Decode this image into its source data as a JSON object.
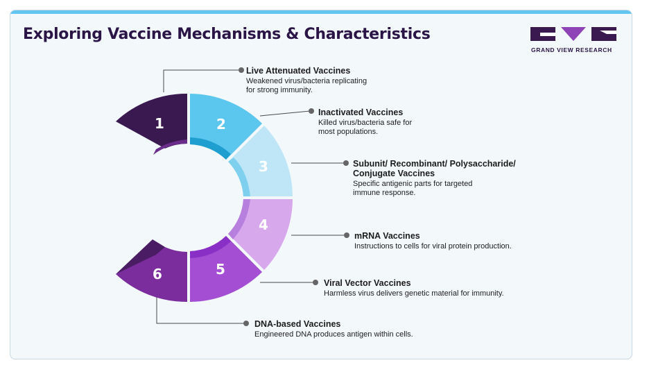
{
  "title": "Exploring Vaccine Mechanisms & Characteristics",
  "brand": {
    "name": "GRAND VIEW RESEARCH",
    "colors": {
      "dark": "#3a1850",
      "light": "#8e44b6"
    }
  },
  "segments": [
    {
      "number": "1",
      "title": "Live Attenuated Vaccines",
      "description_lines": [
        "Weakened virus/bacteria replicating",
        "for strong immunity."
      ],
      "color": "#3a1850",
      "inner_color": "#6a2d8c"
    },
    {
      "number": "2",
      "title": "Inactivated Vaccines",
      "description_lines": [
        "Killed virus/bacteria safe for",
        "most populations."
      ],
      "color": "#5bc6ee",
      "inner_color": "#1f9fd0"
    },
    {
      "number": "3",
      "title_lines": [
        "Subunit/ Recombinant/ Polysaccharide/",
        "Conjugate Vaccines"
      ],
      "description_lines": [
        "Specific antigenic parts for targeted",
        "immune response."
      ],
      "color": "#bfe6f7",
      "inner_color": "#7fd0ee"
    },
    {
      "number": "4",
      "title": "mRNA Vaccines",
      "description_lines": [
        "Instructions to cells for viral protein production."
      ],
      "color": "#d7a8ec",
      "inner_color": "#b77fde"
    },
    {
      "number": "5",
      "title": "Viral Vector Vaccines",
      "description_lines": [
        "Harmless virus delivers genetic material for immunity."
      ],
      "color": "#a44fd3",
      "inner_color": "#8a2fc6"
    },
    {
      "number": "6",
      "title": "DNA-based Vaccines",
      "description_lines": [
        "Engineered DNA produces antigen within cells."
      ],
      "color": "#7b2c9d",
      "inner_color": "#4a1c63"
    }
  ]
}
